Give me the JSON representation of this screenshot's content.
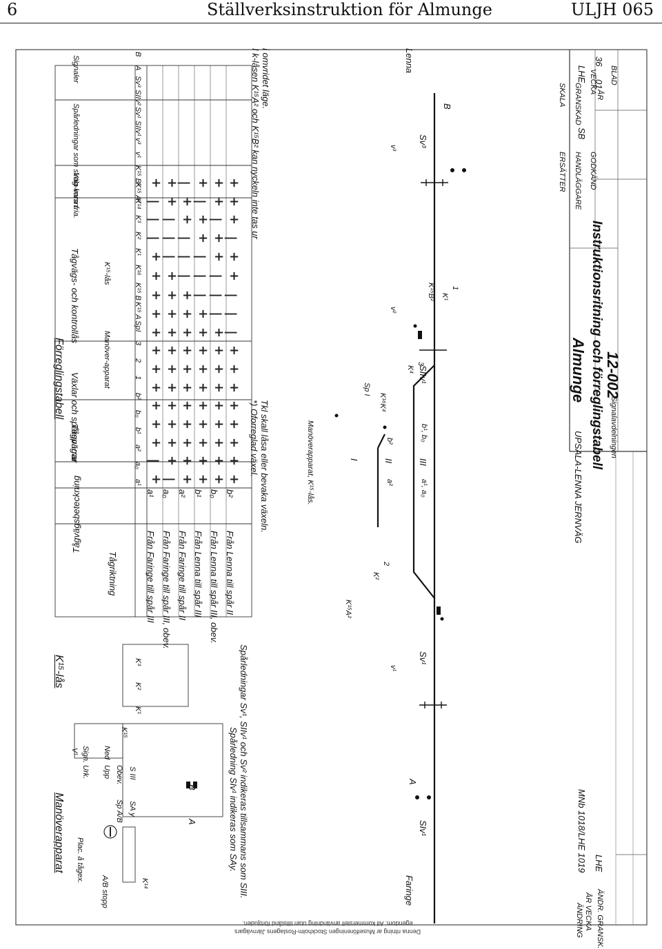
{
  "header": {
    "page_number": "6",
    "title": "Ställverksinstruktion för Almunge",
    "code": "ULJH 065"
  },
  "drawing": {
    "sections": {
      "manoverapparat": "Manöverapparat",
      "k15_las": "K¹⁵-lås",
      "forreglingstabell": "Förreglingstabell"
    },
    "plac_label": "Plac. å tågex.",
    "ab_label": "A/B stopp",
    "k14_label": "K¹⁴",
    "v1_block": {
      "title": "V¹",
      "col1": "Urk.",
      "col2": "Sign.",
      "upp": "Upp",
      "ned": "Ned"
    },
    "panel": {
      "sp_ab": "Sp A/B",
      "sa_y": "SA y",
      "obev": "Obev.",
      "s_iii": "S III",
      "a": "A",
      "b": "B"
    },
    "k_keys": [
      "K¹⁵",
      "K¹",
      "K²",
      "K³"
    ],
    "notes": {
      "sparledning_1": "Spårledning SIv¹ indikeras som SAy.",
      "sparledning_2": "Spårledningar Sv¹, SIIv¹ och Sv² indikeras tillsammans som SIII.",
      "obevakad": "*) Oforreglad växel.",
      "obevakad_2": "Tkl skall låsa eller bevaka växeln.",
      "ktasen_1": "I k-låsen K¹⁵A² och K¹⁵B² kan nyckeln inte tas ur",
      "ktasen_2": "i omvridet läge."
    },
    "table": {
      "headers": {
        "tagriktning": "Tågriktning",
        "tagvagsbeteckning": "Tågvägsbeteckning",
        "tagvagar": "Tågvägar",
        "vaxlar": "Växlar och spårspärrar",
        "tagvags_kontroll": "Tågvägs- och kontrollås",
        "manoverapparat": "Manöver-apparat",
        "k15_las": "K¹⁵-lås",
        "vagkorsn": "Väg-korsn.",
        "sparledningar": "Spårledningar som skola vara fria.",
        "signaler": "Signaler"
      },
      "tagvag_cols": [
        "a¹",
        "a₀",
        "a²",
        "b¹",
        "b₀",
        "b²"
      ],
      "vaxel_cols": [
        "1",
        "2",
        "3",
        "SpI"
      ],
      "k_cols": [
        "K¹⁵ A",
        "K¹⁵ B",
        "K¹⁶",
        "K¹",
        "K²",
        "K³",
        "K¹⁴",
        "K¹⁵ A²",
        "K¹⁵ B²"
      ],
      "vag_cols": [
        "v¹",
        "v³"
      ],
      "spar_cols": [
        "SIIv¹",
        "Sv¹",
        "SIIv²",
        "Sv³"
      ],
      "sig_cols": [
        "A",
        "B"
      ],
      "rows": [
        {
          "riktning": "Från Faringe till spår III",
          "beteckning": "a¹"
        },
        {
          "riktning": "Från Faringe till spår III, obev.",
          "beteckning": "a₀"
        },
        {
          "riktning": "Från Faringe till spår II",
          "beteckning": "a²"
        },
        {
          "riktning": "Från Lenna till spår III",
          "beteckning": "b¹"
        },
        {
          "riktning": "Från Lenna till spår III, obev.",
          "beteckning": "b₀"
        },
        {
          "riktning": "Från Lenna till spår II",
          "beteckning": "b²"
        }
      ]
    },
    "track": {
      "faringe": "Faringe",
      "lenna": "Lenna",
      "track_I": "I",
      "track_II": "II",
      "track_III": "III",
      "siv1": "SIv¹",
      "sv1": "Sv¹",
      "siiv1": "SIIv¹",
      "sv3": "Sv³",
      "v1": "v¹",
      "v2": "v²",
      "v3": "v³",
      "sp1": "Sp I",
      "k_a2": "K¹⁵A²",
      "k_b2": "K¹⁵B²",
      "k2": "K²",
      "k1": "K¹",
      "k4": "K⁴",
      "kink": "K¹⁶K⁴",
      "sw1": "1",
      "sw2": "2",
      "sw3": "3",
      "a2": "a²",
      "b2": "b²",
      "a1a0": "a¹, a₀",
      "b1b0": "b¹, b₀",
      "sig_a": "A",
      "sig_b": "B",
      "manover_note": "Manöverapparat, K¹⁵-lås."
    },
    "title_block": {
      "company": "UPSALA-LENNA JERNVÄG",
      "station": "Almunge",
      "drawing_title": "Instruktionsritning och förreglingstabell",
      "drawing_no": "12-002",
      "signal": "Signalavdelningen",
      "skala": "SKALA",
      "ersatter": "ERSÄTTER",
      "handlaggare": "HANDLÄGGARE",
      "granskad": "GRANSKAD",
      "godkand": "GODKÄND",
      "handler": "SB",
      "granskare": "LHE",
      "ar_label": "ÅR",
      "ar": "01",
      "vecka_label": "VECKA",
      "vecka": "36",
      "blad": "BLAD",
      "andring_label": "ÄNDRING",
      "andring": "MNb 1018/LHE 1019",
      "andr_sign": "LHE",
      "arvecka": "ÅR VECKA",
      "andr_label": "ÄNDR. GRANSK."
    },
    "copyright": "Denna ritning ar Museiföreningen Stockholm-Roslagens Järnvägars egendom. All kommersiell användning utan tillstånd förbjuden."
  }
}
